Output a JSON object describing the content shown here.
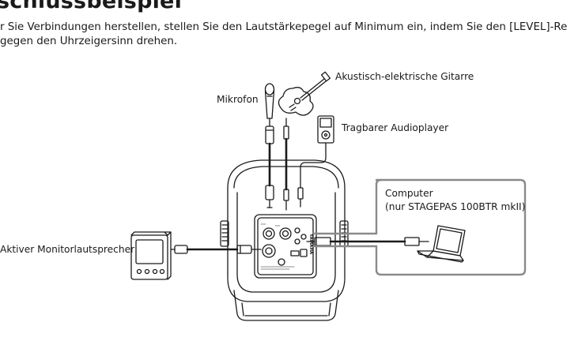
{
  "heading": "schlussbeispiel",
  "intro": {
    "line1": "r Sie Verbindungen herstellen, stellen Sie den Lautstärkepegel auf Minimum ein, indem Sie den [LEVEL]-Re",
    "line2": " gegen den Uhrzeigersinn drehen."
  },
  "labels": {
    "guitar": "Akustisch-elektrische Gitarre",
    "microphone": "Mikrofon",
    "audio_player": "Tragbarer Audioplayer",
    "computer": "Computer",
    "computer_note": "(nur STAGEPAS 100BTR mkII)",
    "monitor_speaker": "Aktiver Monitorlautsprecher"
  },
  "panel_text": {
    "brand": "YAMAHA"
  },
  "colors": {
    "line": "#1a1a1a",
    "callout_box": "#8a8a8a",
    "speaker_fill": "#ffffff"
  }
}
